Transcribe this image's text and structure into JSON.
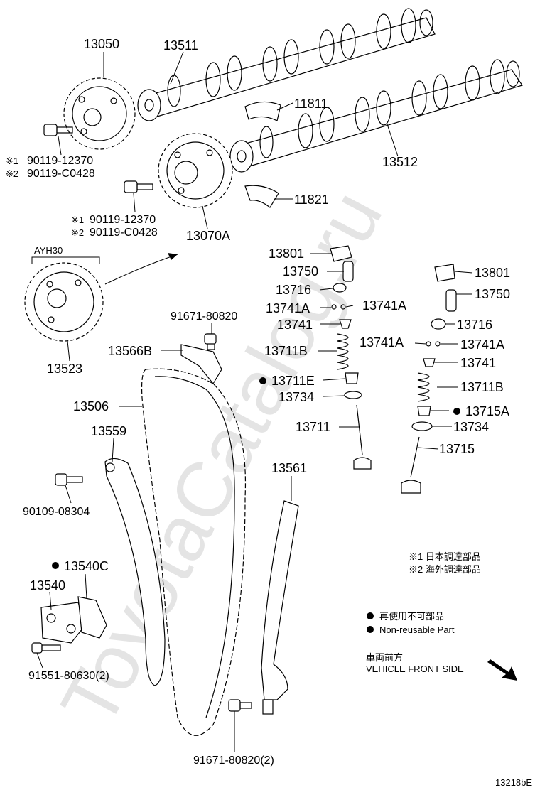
{
  "watermark": "ToyotaCatalog.ru",
  "parts": {
    "p13050": "13050",
    "p13511": "13511",
    "p11811": "11811",
    "p13512": "13512",
    "p11821": "11821",
    "p13070A": "13070A",
    "bolt1_j": "90119-12370",
    "bolt1_e": "90119-C0428",
    "bolt2_j": "90119-12370",
    "bolt2_e": "90119-C0428",
    "p13523": "13523",
    "p91671a": "91671-80820",
    "p13566B": "13566B",
    "p13506": "13506",
    "p13559": "13559",
    "p90109": "90109-08304",
    "p13540C": "13540C",
    "p13540": "13540",
    "p91551": "91551-80630(2)",
    "p91671b": "91671-80820(2)",
    "p13561": "13561",
    "p13801a": "13801",
    "p13750a": "13750",
    "p13716a": "13716",
    "p13741Aa": "13741A",
    "p13741Ab": "13741A",
    "p13741a": "13741",
    "p13711B_a": "13711B",
    "p13711E": "13711E",
    "p13734a": "13734",
    "p13711": "13711",
    "p13801b": "13801",
    "p13750b": "13750",
    "p13716b": "13716",
    "p13741Ac": "13741A",
    "p13741Ad": "13741A",
    "p13741b": "13741",
    "p13711B_b": "13711B",
    "p13715A": "13715A",
    "p13734b": "13734",
    "p13715": "13715"
  },
  "marks": {
    "m1": "※1",
    "m2": "※2",
    "m1b": "※1",
    "m2b": "※2"
  },
  "variant_label": "AYH30",
  "notes": {
    "n1": "※1 日本調達部品",
    "n2": "※2 海外調達部品",
    "nr_jp": "再使用不可部品",
    "nr_en": "Non-reusable Part",
    "front_jp": "車両前方",
    "front_en": "VEHICLE FRONT SIDE"
  },
  "figure_id": "13218bE"
}
